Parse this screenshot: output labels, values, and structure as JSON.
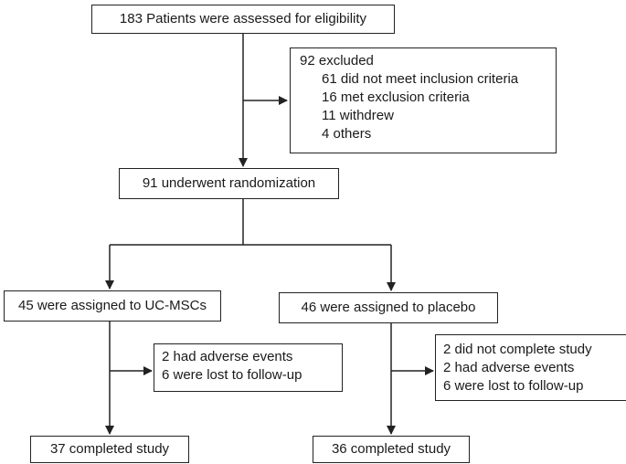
{
  "assessed": "183 Patients were assessed for eligibility",
  "excluded": {
    "title": "92 excluded",
    "reasons": [
      "61 did not meet inclusion criteria",
      "16 met exclusion criteria",
      "11 withdrew",
      "4 others"
    ]
  },
  "randomized": "91 underwent  randomization",
  "arm_ucmsc": {
    "assigned": "45 were assigned to UC-MSCs",
    "losses": [
      "2 had adverse events",
      "6 were lost to follow-up"
    ],
    "completed": "37 completed study"
  },
  "arm_placebo": {
    "assigned": "46 were assigned to placebo",
    "losses": [
      "2 did not complete study",
      "2 had adverse events",
      "6 were lost to follow-up"
    ],
    "completed": "36 completed study"
  }
}
